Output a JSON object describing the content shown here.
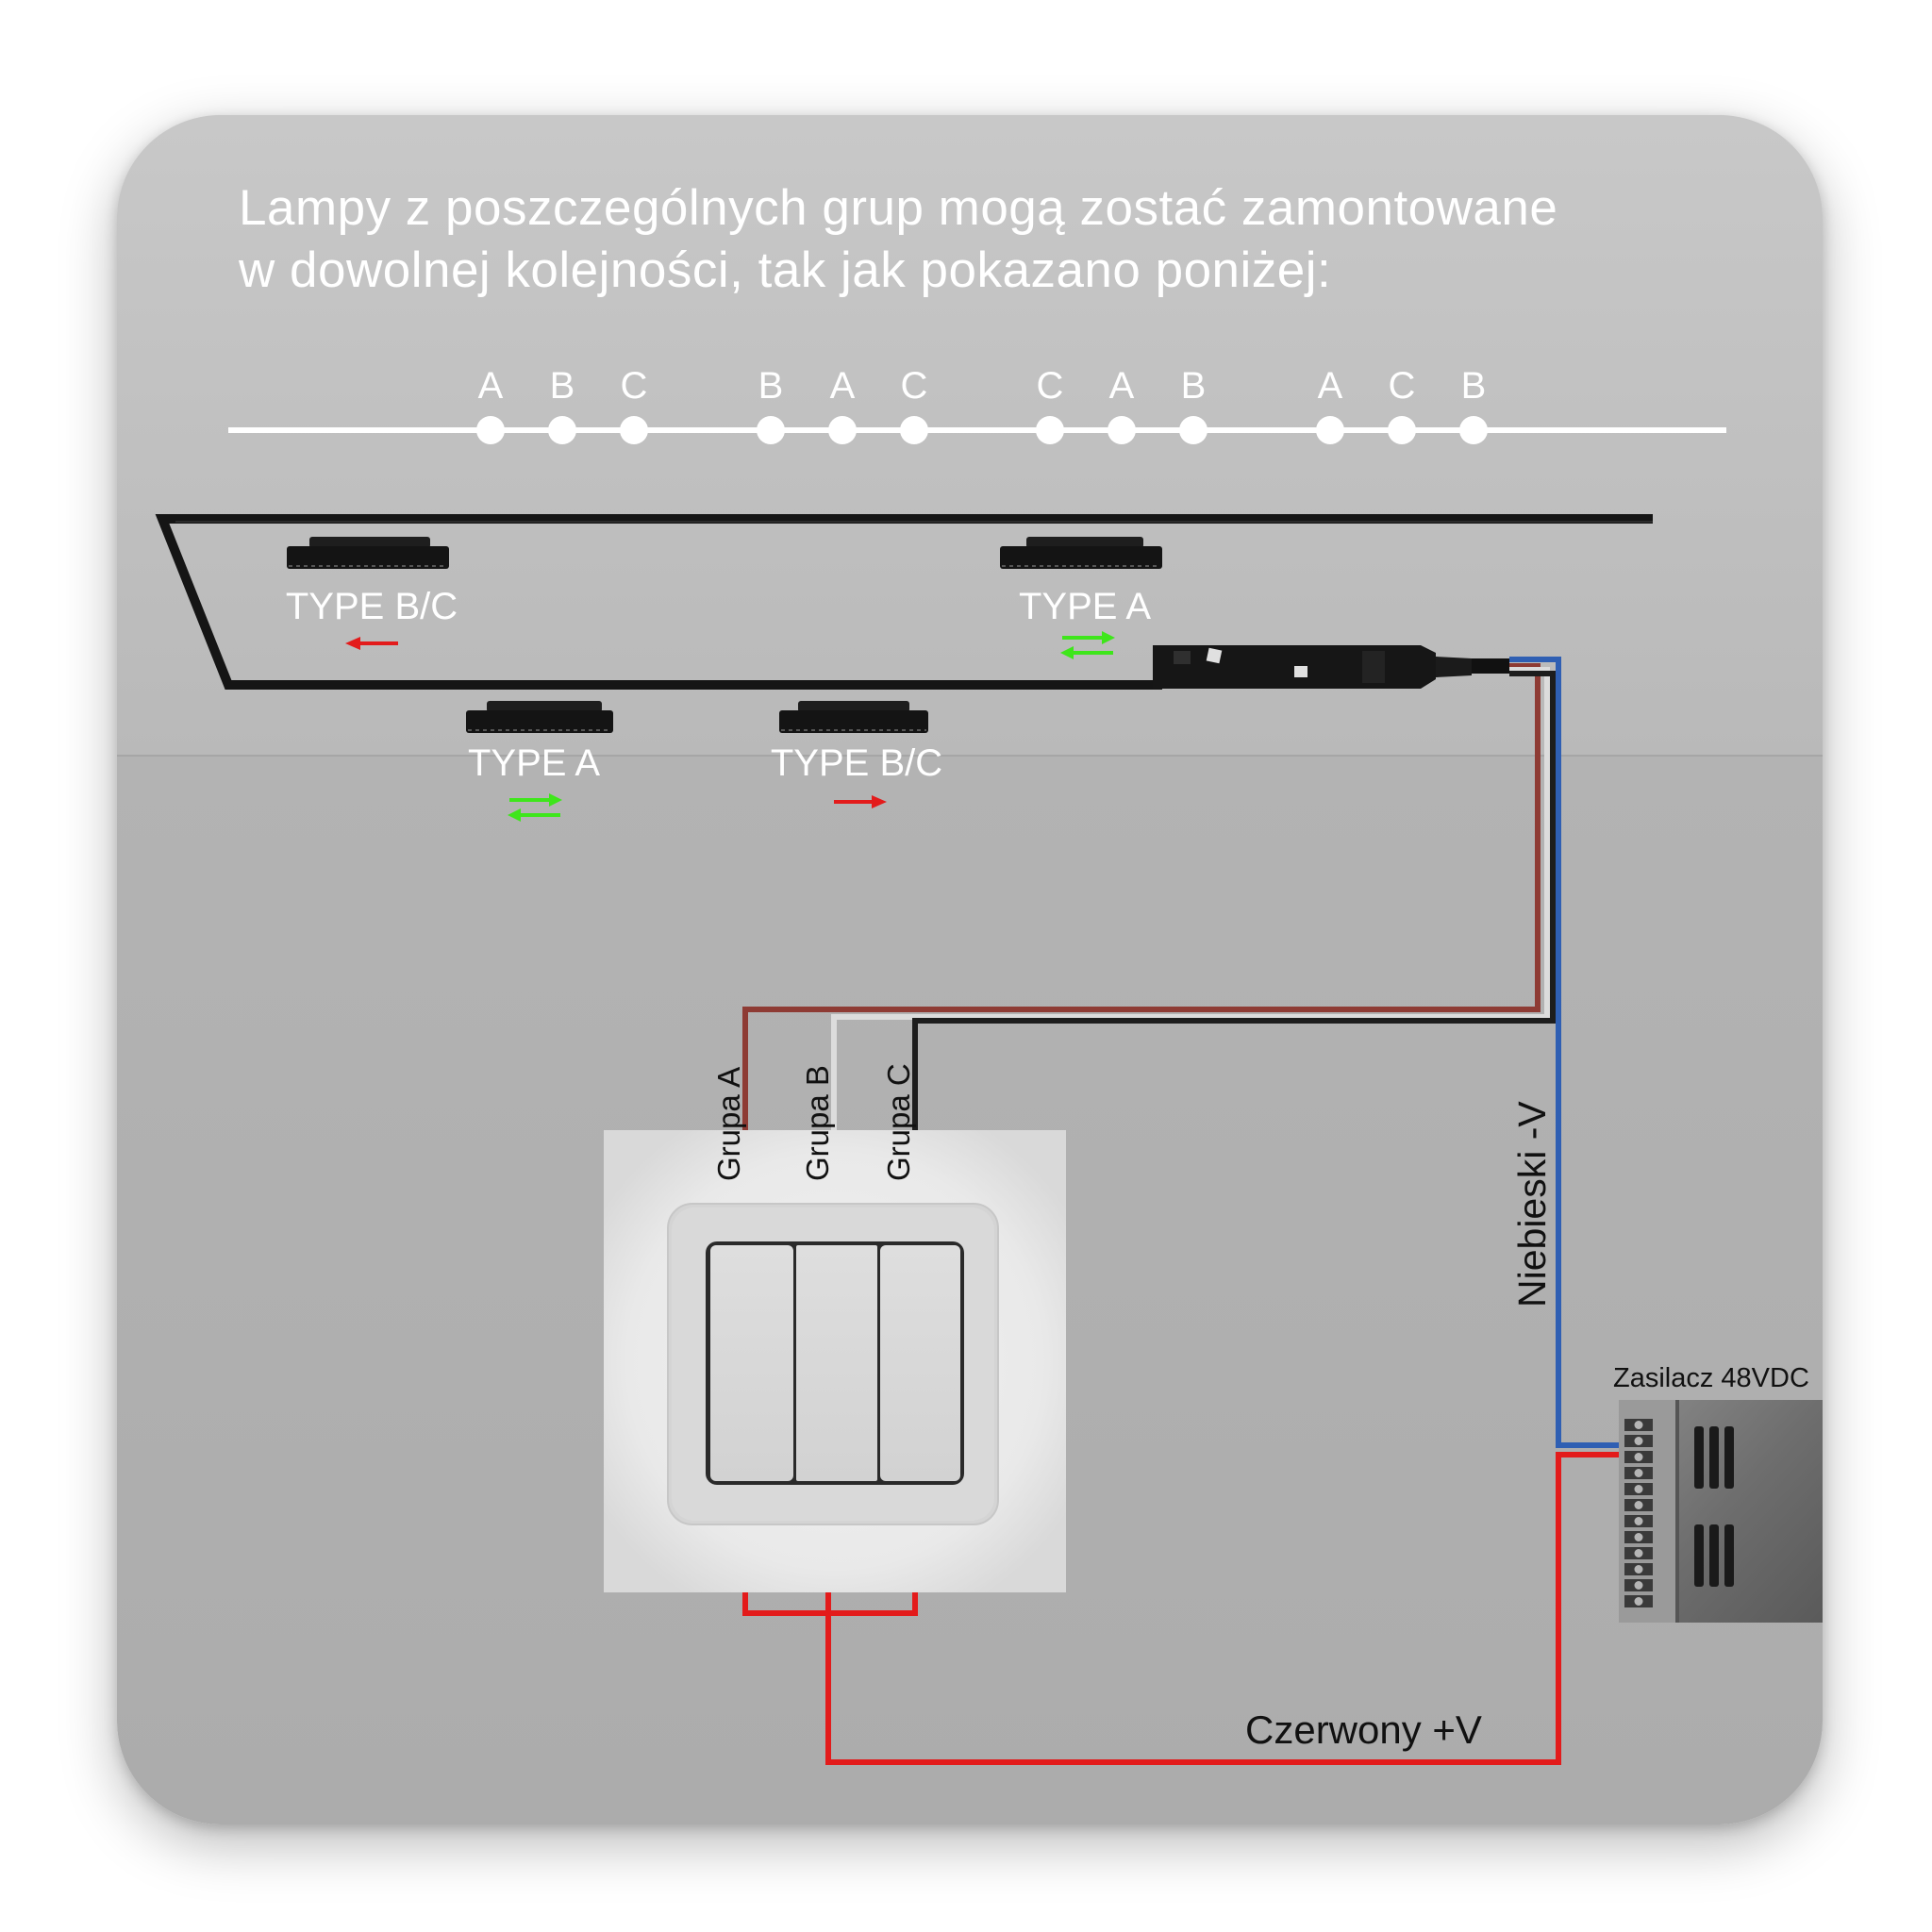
{
  "title": {
    "line1": "Lampy z poszczególnych grup mogą zostać zamontowane",
    "line2": "w dowolnej kolejności, tak jak pokazano poniżej:"
  },
  "sequence_groups": [
    [
      "A",
      "B",
      "C"
    ],
    [
      "B",
      "A",
      "C"
    ],
    [
      "C",
      "A",
      "B"
    ],
    [
      "A",
      "C",
      "B"
    ]
  ],
  "lamps": [
    {
      "label": "TYPE B/C",
      "arrow": "left-red"
    },
    {
      "label": "TYPE A",
      "arrow": "double-green"
    },
    {
      "label": "TYPE A",
      "arrow": "double-green"
    },
    {
      "label": "TYPE B/C",
      "arrow": "right-red"
    }
  ],
  "switch_groups": [
    "Grupa A",
    "Grupa B",
    "Grupa C"
  ],
  "wires": {
    "negative": "Niebieski -V",
    "positive": "Czerwony +V"
  },
  "power_supply": {
    "label": "Zasilacz 48VDC"
  },
  "colors": {
    "wire_red": "#e31b1b",
    "wire_blue": "#2f5fb3",
    "wire_brown": "#8e3b34",
    "wire_black": "#1d1d1d",
    "wire_white": "#dcdcdc",
    "arrow_green": "#3ee61b",
    "arrow_red": "#e31b1b"
  }
}
